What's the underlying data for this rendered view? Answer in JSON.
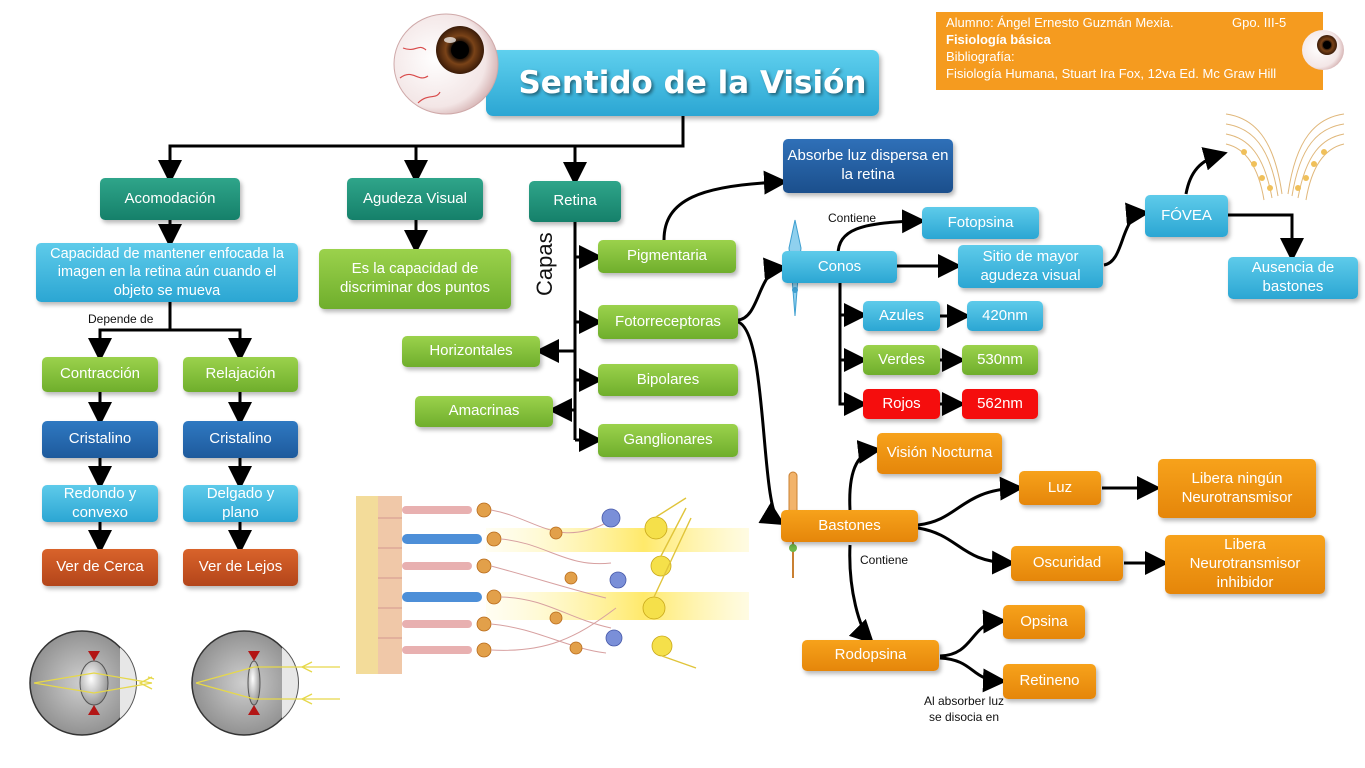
{
  "title": "Sentido de la Visión",
  "info": {
    "student": "Alumno: Ángel Ernesto Guzmán Mexia.",
    "group": "Gpo. III-5",
    "course": "Fisiología básica",
    "bib_label": "Bibliografía:",
    "bib": "Fisiología Humana, Stuart Ira Fox, 12va Ed. Mc Graw Hill"
  },
  "nodes": {
    "acomodacion": "Acomodación",
    "capacidad": "Capacidad de mantener enfocada la imagen en la retina aún cuando el objeto se mueva",
    "contraccion": "Contracción",
    "relajacion": "Relajación",
    "cristalino1": "Cristalino",
    "cristalino2": "Cristalino",
    "redondo": "Redondo y convexo",
    "delgado": "Delgado y plano",
    "cerca": "Ver de Cerca",
    "lejos": "Ver de Lejos",
    "agudeza": "Agudeza Visual",
    "agudeza_def": "Es la capacidad de discriminar dos puntos",
    "retina": "Retina",
    "pigmentaria": "Pigmentaria",
    "fotorreceptoras": "Fotorreceptoras",
    "horizontales": "Horizontales",
    "bipolares": "Bipolares",
    "amacrinas": "Amacrinas",
    "ganglionares": "Ganglionares",
    "absorbe": "Absorbe luz dispersa en la retina",
    "conos": "Conos",
    "fotopsina": "Fotopsina",
    "sitio": "Sitio de mayor agudeza visual",
    "fovea": "FÓVEA",
    "ausencia": "Ausencia de bastones",
    "azules": "Azules",
    "nm420": "420nm",
    "verdes": "Verdes",
    "nm530": "530nm",
    "rojos": "Rojos",
    "nm562": "562nm",
    "bastones": "Bastones",
    "vision_nocturna": "Visión Nocturna",
    "luz": "Luz",
    "libera_ningun": "Libera ningún Neurotransmisor",
    "oscuridad": "Oscuridad",
    "libera_inhib": "Libera Neurotransmisor inhibidor",
    "rodopsina": "Rodopsina",
    "opsina": "Opsina",
    "retineno": "Retineno"
  },
  "labels": {
    "depende": "Depende de",
    "capas": "Capas",
    "contiene1": "Contiene",
    "contiene2": "Contiene",
    "al_absorber": "Al absorber luz se disocia en"
  },
  "colors": {
    "teal": "#1a8c74",
    "sky": "#35b0dc",
    "lime": "#7cbb35",
    "navy": "#2367ad",
    "rust": "#c2501f",
    "orange": "#f29312",
    "red": "#f50d0d",
    "info": "#f59b1f"
  }
}
